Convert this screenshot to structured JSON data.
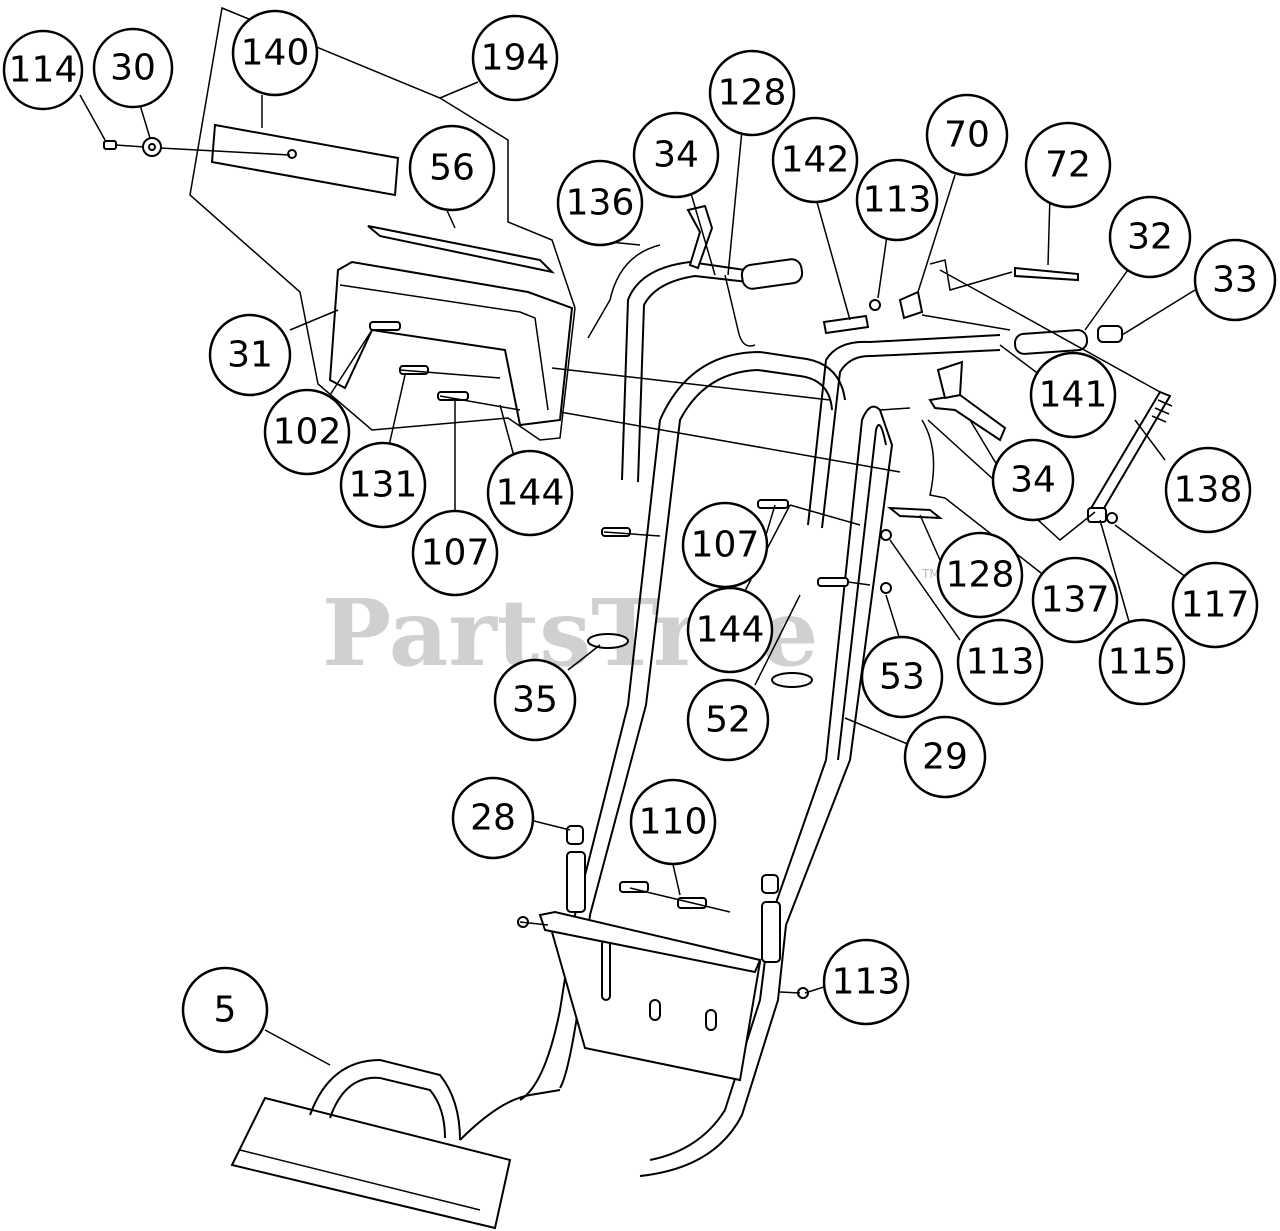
{
  "watermark": {
    "text": "PartsTree",
    "tm": "TM"
  },
  "callouts": [
    {
      "label": "114"
    },
    {
      "label": "30"
    },
    {
      "label": "140"
    },
    {
      "label": "194"
    },
    {
      "label": "56"
    },
    {
      "label": "31"
    },
    {
      "label": "102"
    },
    {
      "label": "131"
    },
    {
      "label": "144"
    },
    {
      "label": "107"
    },
    {
      "label": "136"
    },
    {
      "label": "34"
    },
    {
      "label": "128"
    },
    {
      "label": "142"
    },
    {
      "label": "113"
    },
    {
      "label": "70"
    },
    {
      "label": "72"
    },
    {
      "label": "32"
    },
    {
      "label": "33"
    },
    {
      "label": "141"
    },
    {
      "label": "34"
    },
    {
      "label": "138"
    },
    {
      "label": "107"
    },
    {
      "label": "144"
    },
    {
      "label": "128"
    },
    {
      "label": "137"
    },
    {
      "label": "117"
    },
    {
      "label": "115"
    },
    {
      "label": "113"
    },
    {
      "label": "53"
    },
    {
      "label": "52"
    },
    {
      "label": "35"
    },
    {
      "label": "29"
    },
    {
      "label": "28"
    },
    {
      "label": "110"
    },
    {
      "label": "113"
    },
    {
      "label": "5"
    }
  ]
}
